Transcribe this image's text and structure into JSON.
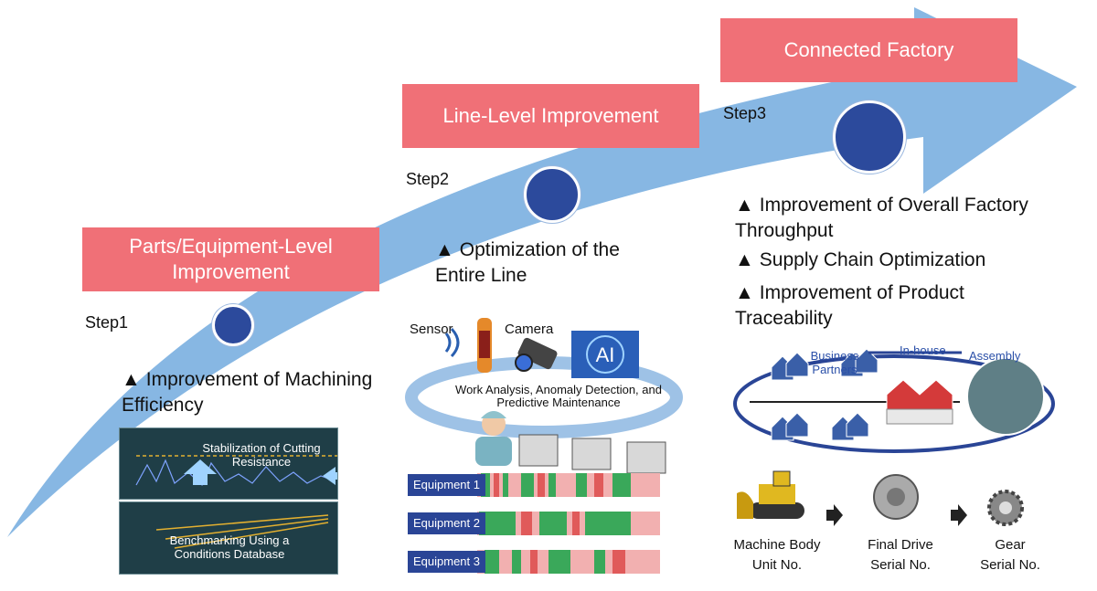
{
  "colors": {
    "arrow": "#87b7e3",
    "stage_box": "#f07077",
    "dot": "#2c4a9c",
    "equipment_label": "#2a4596",
    "gantt_green": "#3aa85a",
    "gantt_red": "#e05a5a",
    "gantt_pink": "#f2b0b0"
  },
  "stages": [
    {
      "label": "Parts/Equipment-Level Improvement",
      "step": "Step1",
      "bullets": [
        "Improvement of Machining Efficiency"
      ]
    },
    {
      "label": "Line-Level Improvement",
      "step": "Step2",
      "bullets": [
        "Optimization of the Entire Line"
      ]
    },
    {
      "label": "Connected Factory",
      "step": "Step3",
      "bullets": [
        "Improvement of Overall Factory Throughput",
        "Supply Chain Optimization",
        "Improvement of Product Traceability"
      ]
    }
  ],
  "bullet_marker": "▲",
  "step1_panels": {
    "top": "Stabilization of Cutting Resistance",
    "bottom": "Benchmarking Using a Conditions Database"
  },
  "step2_figure": {
    "sensor": "Sensor",
    "camera": "Camera",
    "ai": "AI",
    "caption": "Work Analysis, Anomaly Detection, and Predictive Maintenance",
    "equipment": [
      "Equipment 1",
      "Equipment 2",
      "Equipment 3"
    ]
  },
  "step3_figure": {
    "business_partners": "Business Partners",
    "in_house": "In-house",
    "assembly": "Assembly",
    "trace": [
      {
        "line1": "Machine Body",
        "line2": "Unit No."
      },
      {
        "line1": "Final Drive",
        "line2": "Serial No."
      },
      {
        "line1": "Gear",
        "line2": "Serial No."
      }
    ]
  },
  "icons": [
    "big-arrow-icon",
    "sensor-icon",
    "camera-icon",
    "ai-brain-icon",
    "worker-icon",
    "machine-icon",
    "factory-icon",
    "house-icon",
    "bulldozer-icon",
    "final-drive-icon",
    "gear-icon",
    "arrow-right-icon"
  ]
}
